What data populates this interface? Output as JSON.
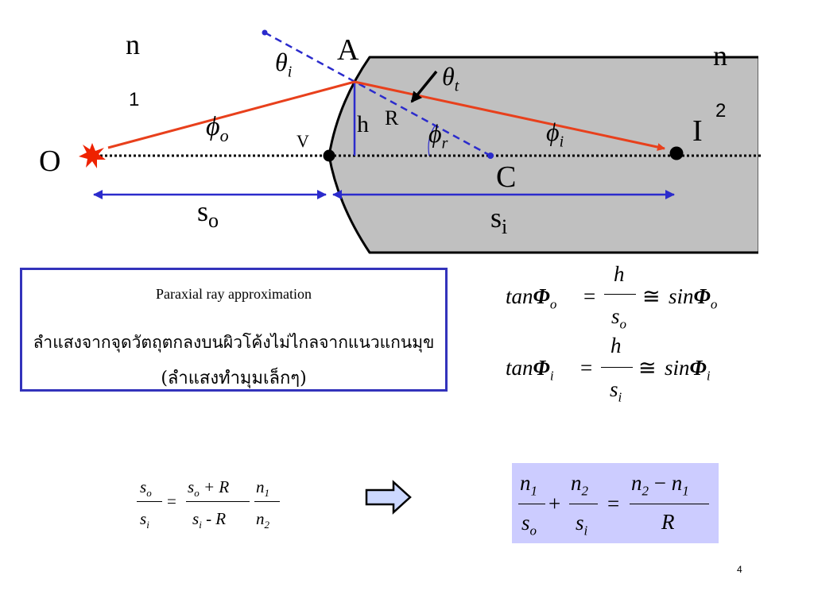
{
  "diagram": {
    "labels": {
      "n1_letter": "n",
      "n1_subscript": "1",
      "n2_letter": "n",
      "n2_subscript": "2",
      "point_A": "A",
      "point_O": "O",
      "point_V": "V",
      "point_C": "C",
      "point_I": "I",
      "height_h": "h",
      "radius_R": "R",
      "theta": "θ",
      "theta_i_sub": "i",
      "theta_t_sub": "t",
      "phi": "ϕ",
      "phi_o_sub": "o",
      "phi_r_sub": "r",
      "phi_i_sub": "i",
      "s": "s",
      "so_sub": "o",
      "si_sub": "i"
    },
    "colors": {
      "ray": "#e8401c",
      "arrow_blue": "#2b2bcc",
      "glass_fill": "#c0c0c0",
      "star": "#ee2200"
    }
  },
  "note_box": {
    "title": "Paraxial ray approximation",
    "thai_line1": "ลำแสงจากจุดวัตถุตกลงบนผิวโค้งไม่ไกลจากแนวแกนมุข",
    "thai_line2": "(ลำแสงทำมุมเล็กๆ)",
    "border_color": "#3333bb"
  },
  "equations": {
    "tan_o": {
      "tan": "tan",
      "Phi": "Φ",
      "sub": "o",
      "eq": "=",
      "num": "h",
      "den_s": "s",
      "den_sub": "o",
      "approx": "≅",
      "sin": "sin"
    },
    "tan_i": {
      "tan": "tan",
      "Phi": "Φ",
      "sub": "i",
      "eq": "=",
      "num": "h",
      "den_s": "s",
      "den_sub": "i",
      "approx": "≅",
      "sin": "sin"
    },
    "ratio": {
      "lhs_num": "s",
      "lhs_num_sub": "o",
      "lhs_den": "s",
      "lhs_den_sub": "i",
      "eq": "=",
      "mid_num_a": "s",
      "mid_num_a_sub": "o",
      "mid_num_op": " + R",
      "mid_den_a": "s",
      "mid_den_a_sub": "i",
      "mid_den_op": " - R",
      "n_num": "n",
      "n_num_sub": "1",
      "n_den": "n",
      "n_den_sub": "2"
    },
    "result": {
      "n": "n",
      "s": "s",
      "sub1": "1",
      "sub2": "2",
      "sub_o": "o",
      "sub_i": "i",
      "plus": "+",
      "eq": "=",
      "minus": "−",
      "R": "R",
      "background": "#ccccff"
    }
  },
  "page_number": "4"
}
